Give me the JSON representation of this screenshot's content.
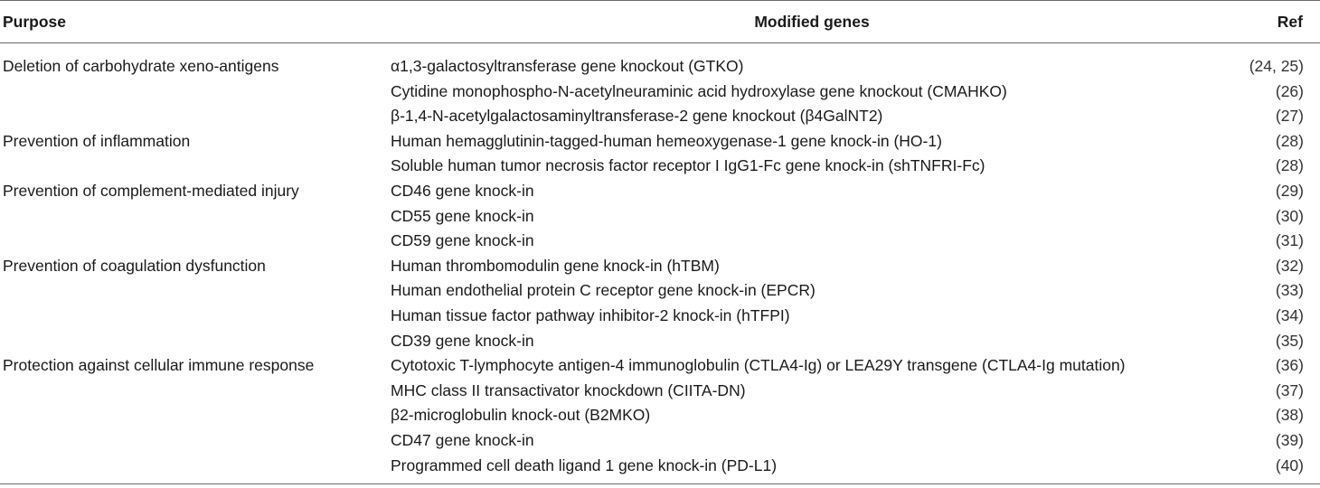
{
  "table": {
    "headers": {
      "purpose": "Purpose",
      "genes": "Modified genes",
      "ref": "Ref"
    },
    "rows": [
      {
        "purpose": "Deletion of carbohydrate xeno-antigens",
        "gene": "α1,3-galactosyltransferase gene knockout (GTKO)",
        "ref": "(24, 25)"
      },
      {
        "purpose": "",
        "gene": "Cytidine monophospho-N-acetylneuraminic acid hydroxylase gene knockout (CMAHKO)",
        "ref": "(26)"
      },
      {
        "purpose": "",
        "gene": "β-1,4-N-acetylgalactosaminyltransferase-2 gene knockout (β4GalNT2)",
        "ref": "(27)"
      },
      {
        "purpose": "Prevention of inflammation",
        "gene": "Human hemagglutinin-tagged-human hemeoxygenase-1 gene knock-in (HO-1)",
        "ref": "(28)"
      },
      {
        "purpose": "",
        "gene": "Soluble human tumor necrosis factor receptor I IgG1-Fc gene knock-in (shTNFRI-Fc)",
        "ref": "(28)"
      },
      {
        "purpose": "Prevention of complement-mediated injury",
        "gene": "CD46 gene knock-in",
        "ref": "(29)"
      },
      {
        "purpose": "",
        "gene": "CD55 gene knock-in",
        "ref": "(30)"
      },
      {
        "purpose": "",
        "gene": "CD59 gene knock-in",
        "ref": "(31)"
      },
      {
        "purpose": "Prevention of coagulation dysfunction",
        "gene": "Human thrombomodulin gene knock-in (hTBM)",
        "ref": "(32)"
      },
      {
        "purpose": "",
        "gene": "Human endothelial protein C receptor gene knock-in (EPCR)",
        "ref": "(33)"
      },
      {
        "purpose": "",
        "gene": "Human tissue factor pathway inhibitor-2 knock-in (hTFPI)",
        "ref": "(34)"
      },
      {
        "purpose": "",
        "gene": "CD39 gene knock-in",
        "ref": "(35)"
      },
      {
        "purpose": "Protection against cellular immune response",
        "gene": "Cytotoxic T-lymphocyte antigen-4 immunoglobulin (CTLA4-Ig) or LEA29Y transgene (CTLA4-Ig mutation)",
        "ref": "(36)"
      },
      {
        "purpose": "",
        "gene": "MHC class II transactivator knockdown (CIITA-DN)",
        "ref": "(37)"
      },
      {
        "purpose": "",
        "gene": "β2-microglobulin knock-out (B2MKO)",
        "ref": "(38)"
      },
      {
        "purpose": "",
        "gene": "CD47 gene knock-in",
        "ref": "(39)"
      },
      {
        "purpose": "",
        "gene": "Programmed cell death ligand 1 gene knock-in (PD-L1)",
        "ref": "(40)"
      }
    ]
  }
}
